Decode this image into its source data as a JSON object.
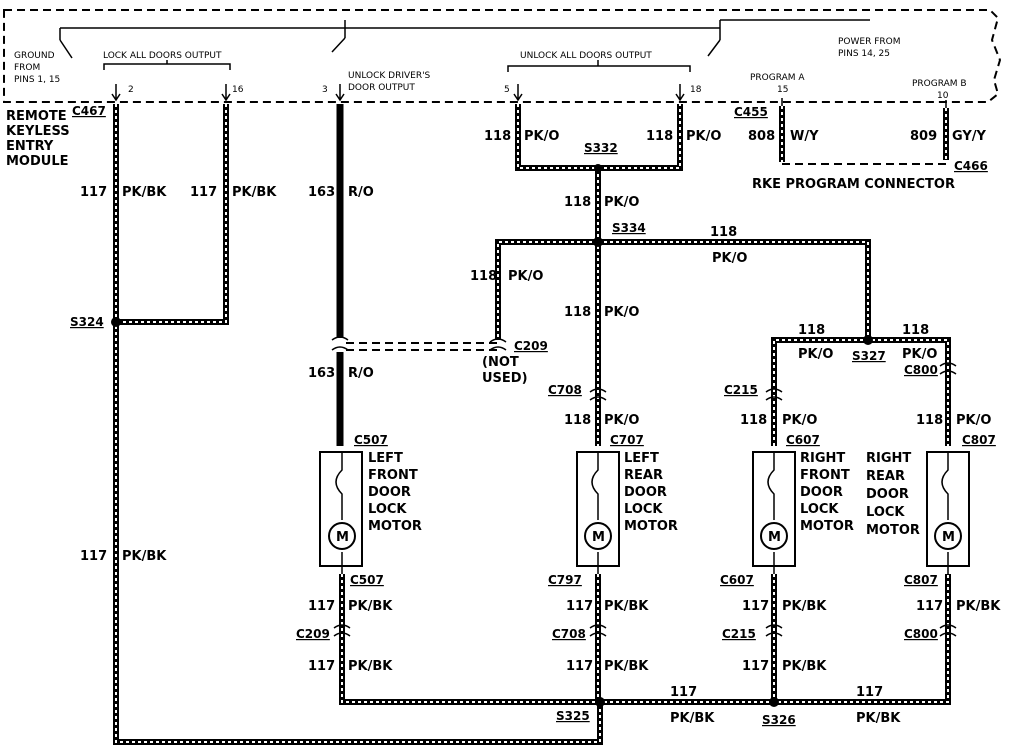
{
  "module": {
    "name_lines": [
      "REMOTE",
      "KEYLESS",
      "ENTRY",
      "MODULE"
    ],
    "ground_lines": [
      "GROUND",
      "FROM",
      "PINS 1, 15"
    ],
    "lock_output": "LOCK ALL DOORS OUTPUT",
    "unlock_driver_lines": [
      "UNLOCK DRIVER'S",
      "DOOR OUTPUT"
    ],
    "unlock_all": "UNLOCK ALL DOORS OUTPUT",
    "power_lines": [
      "POWER FROM",
      "PINS 14, 25"
    ],
    "program_a": "PROGRAM A",
    "program_b": "PROGRAM B",
    "pins": {
      "p2": "2",
      "p16": "16",
      "p3": "3",
      "p5": "5",
      "p18": "18",
      "p15": "15",
      "p10": "10"
    }
  },
  "connectors": {
    "c467": "C467",
    "c455": "C455",
    "c466": "C466",
    "c209": "C209",
    "c708": "C708",
    "c215": "C215",
    "c800": "C800",
    "c507": "C507",
    "c707": "C707",
    "c607": "C607",
    "c807": "C807",
    "c507b": "C507",
    "c707b": "C797",
    "c607b": "C607",
    "c807b": "C807",
    "c209b": "C209",
    "c708b": "C708",
    "c215b": "C215",
    "c800b": "C800",
    "s324": "S324",
    "s332": "S332",
    "s334": "S334",
    "s327": "S327",
    "s325": "S325",
    "s326": "S326"
  },
  "rke_connector": "RKE PROGRAM CONNECTOR",
  "not_used_lines": [
    "(NOT",
    "USED)"
  ],
  "wires": {
    "w117": "117",
    "pkbk": "PK/BK",
    "w163": "163",
    "ro": "R/O",
    "w118": "118",
    "pko": "PK/O",
    "w808": "808",
    "wy": "W/Y",
    "w809": "809",
    "gyy": "GY/Y"
  },
  "motors": {
    "lf": [
      "LEFT",
      "FRONT",
      "DOOR",
      "LOCK",
      "MOTOR"
    ],
    "lr": [
      "LEFT",
      "REAR",
      "DOOR",
      "LOCK",
      "MOTOR"
    ],
    "rf": [
      "RIGHT",
      "FRONT",
      "DOOR",
      "LOCK",
      "MOTOR"
    ],
    "rr": [
      "RIGHT",
      "REAR",
      "DOOR",
      "LOCK",
      "MOTOR"
    ],
    "m": "M"
  }
}
